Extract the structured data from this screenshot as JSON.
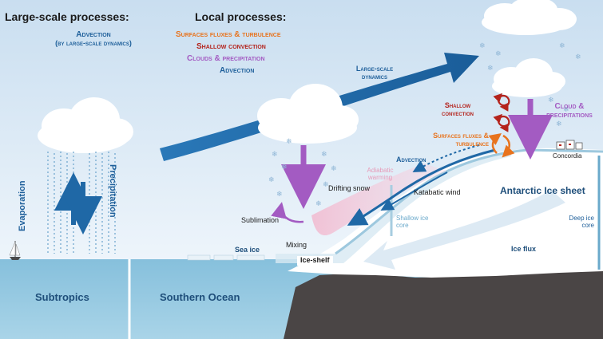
{
  "colors": {
    "sky_top": "#cfe3f2",
    "sky_bottom": "#f1f7fc",
    "ocean": "#8fc6e0",
    "ocean_dark": "#6fb2d2",
    "rock": "#4a4545",
    "ice": "#ffffff",
    "arrow_blue": "#1f68a6",
    "purple": "#a35bc2",
    "orange": "#e8731d",
    "red": "#b4231c",
    "pink": "#e79ab8",
    "text_dark": "#1b1b1b",
    "text_navy": "#1e4e7a"
  },
  "header": {
    "large_scale_title": "Large-scale processes:",
    "large_scale_items": [
      "Advection",
      "(by large-scale dynamics)"
    ],
    "local_title": "Local processes:",
    "local_items": [
      {
        "label": "Surfaces fluxes & turbulence",
        "color": "orange"
      },
      {
        "label": "Shallow convection",
        "color": "red"
      },
      {
        "label": "Clouds & precipitation",
        "color": "purple"
      },
      {
        "label": "Advection",
        "color": "blue"
      }
    ]
  },
  "labels": {
    "evaporation": "Evaporation",
    "precipitation": "Precipitation",
    "subtropics": "Subtropics",
    "southern_ocean": "Southern Ocean",
    "sea_ice": "Sea ice",
    "mixing": "Mixing",
    "ice_shelf": "Ice-shelf",
    "sublimation": "Sublimation",
    "drifting_snow": "Drifting snow",
    "adiabatic_warming": "Adiabatic warming",
    "katabatic_wind": "Katabatic wind",
    "advection": "Advection",
    "large_scale_dynamics": "Large-scale dynamics",
    "shallow_convection": "Shallow convection",
    "surfaces_fluxes": "Surfaces fluxes & turbulence",
    "cloud_precipitations": "Cloud & precipitations",
    "concordia": "Concordia",
    "antarctic_ice_sheet": "Antarctic Ice sheet",
    "shallow_ice_core": "Shallow ice core",
    "deep_ice_core": "Deep ice core",
    "ice_flux": "Ice flux"
  },
  "icons": [
    "cloud-icon",
    "snowflake-icon",
    "sailboat-icon",
    "station-icon",
    "rotation-icon"
  ]
}
